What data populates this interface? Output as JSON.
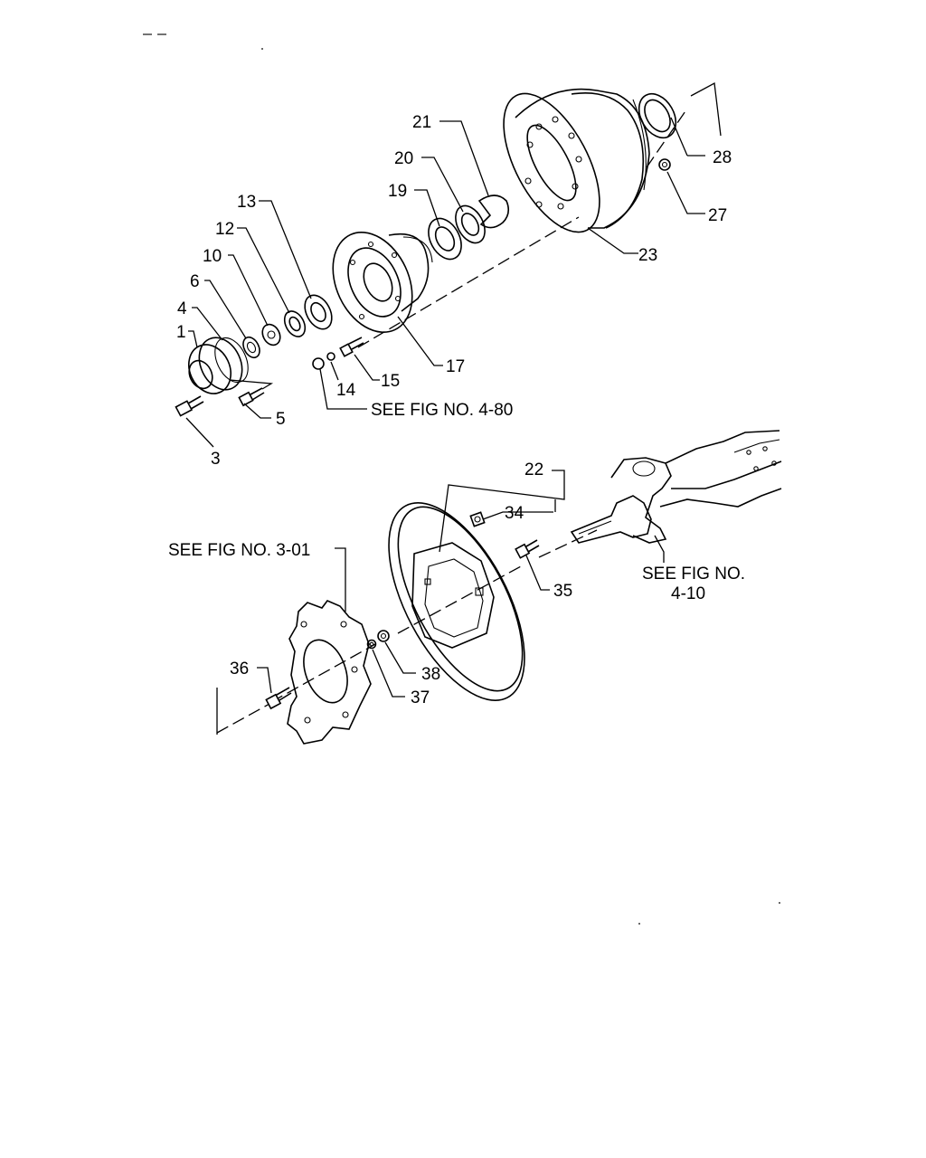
{
  "diagram": {
    "labels": {
      "p1": "1",
      "p3": "3",
      "p4": "4",
      "p5": "5",
      "p6": "6",
      "p10": "10",
      "p12": "12",
      "p13": "13",
      "p14": "14",
      "p15": "15",
      "p17": "17",
      "p19": "19",
      "p20": "20",
      "p21": "21",
      "p22": "22",
      "p23": "23",
      "p27": "27",
      "p28": "28",
      "p34": "34",
      "p35": "35",
      "p36": "36",
      "p37": "37",
      "p38": "38"
    },
    "references": {
      "fig_4_80": "SEE FIG NO. 4-80",
      "fig_3_01": "SEE FIG NO. 3-01",
      "fig_4_10_line1": "SEE FIG NO.",
      "fig_4_10_line2": "4-10"
    }
  }
}
